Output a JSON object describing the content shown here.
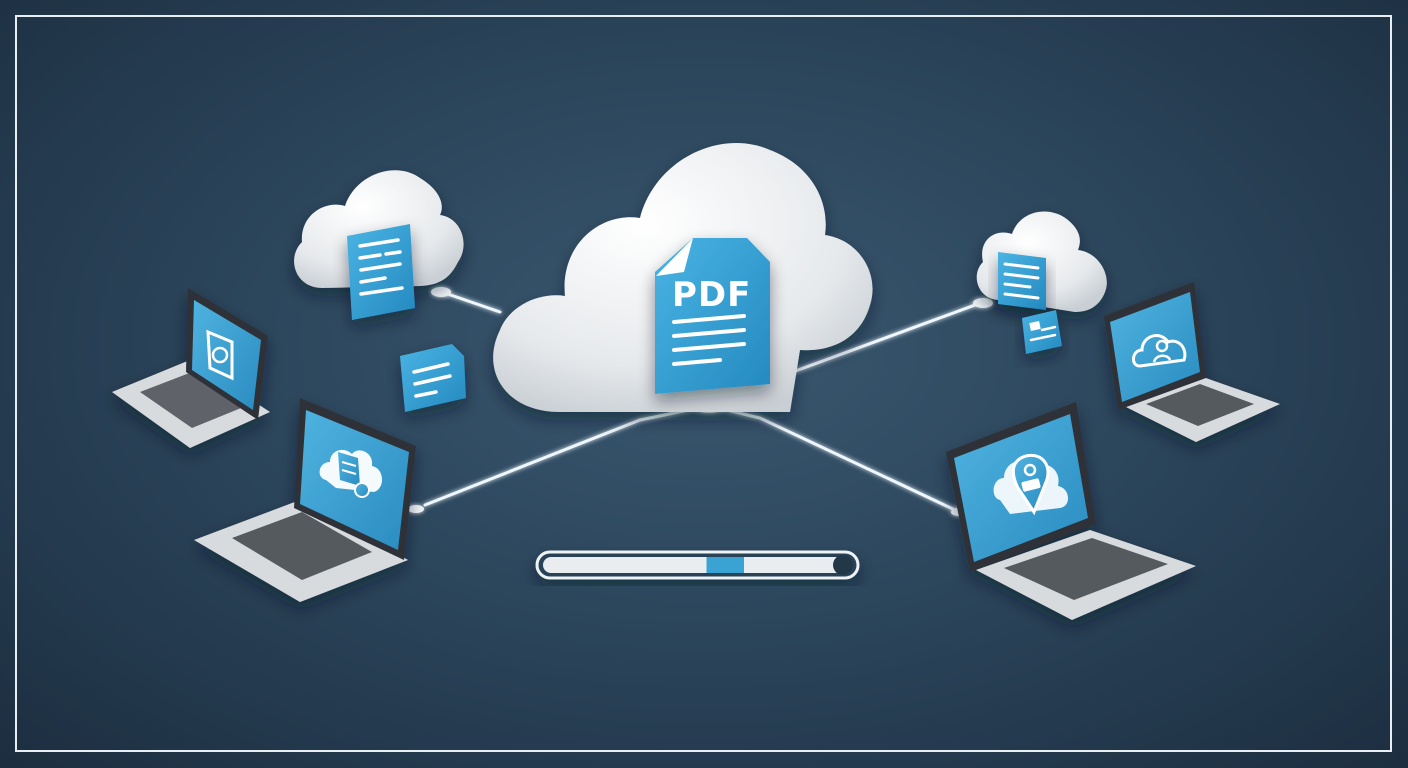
{
  "illustration": {
    "central_document_label": "PDF",
    "upload_progress_fraction": 0.62,
    "laptop_count": 4,
    "cloud_count": 3
  },
  "icons": [
    "pdf-document-icon",
    "document-icon",
    "chat-bubble-icon",
    "cloud-document-icon",
    "cloud-user-icon",
    "user-location-pin-icon",
    "id-card-icon"
  ],
  "colors": {
    "background": "#2c465c",
    "accent_blue": "#3aa4d6",
    "cloud_white": "#eef0f2",
    "line_glow": "#e8f4fb",
    "laptop_body": "#d9dcdf"
  }
}
